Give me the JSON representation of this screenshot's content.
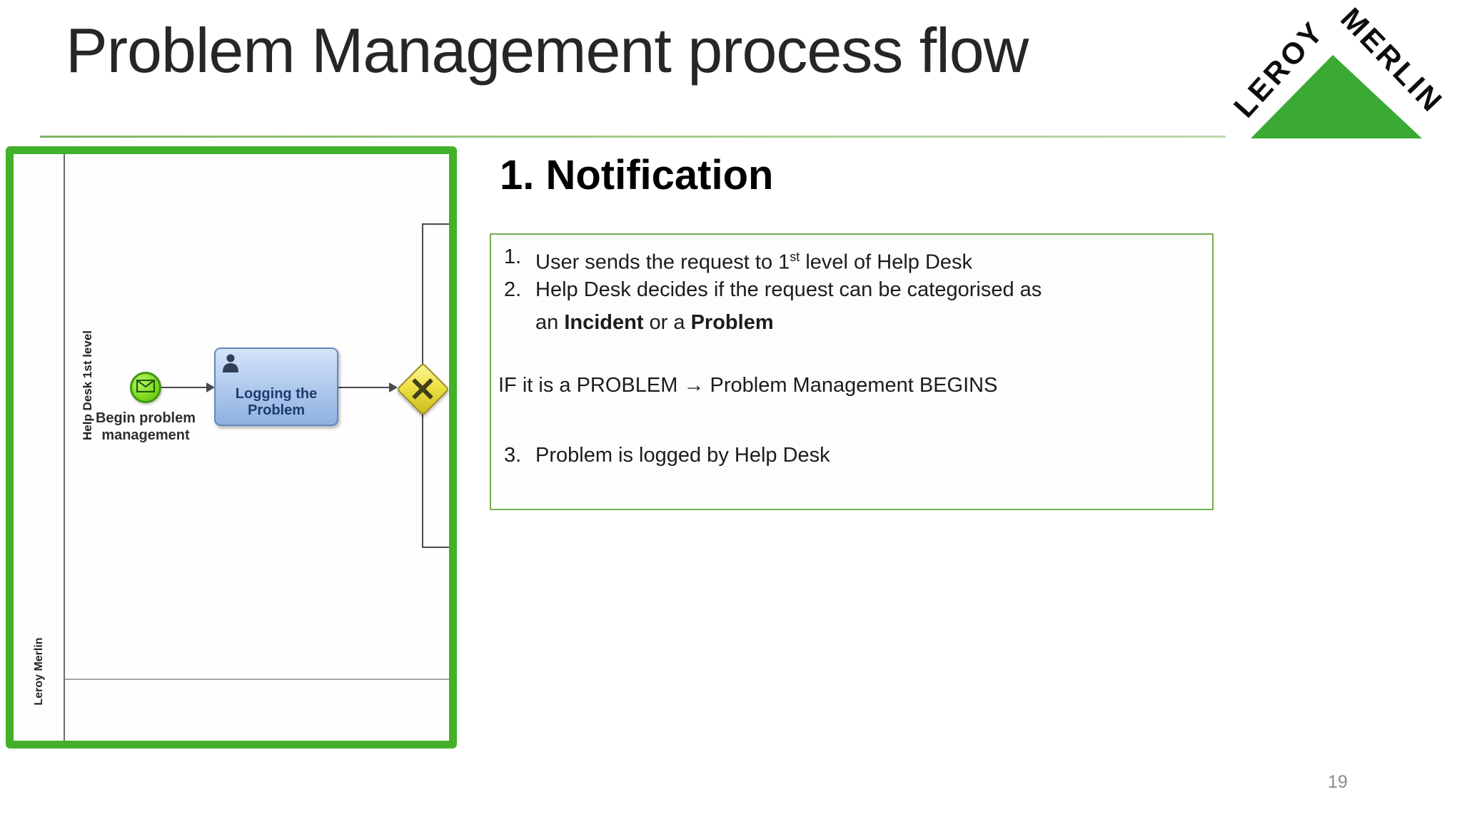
{
  "slide": {
    "title": "Problem Management process flow",
    "page_number": "19"
  },
  "logo": {
    "left_word": "LEROY",
    "right_word": "MERLIN",
    "triangle_color": "#3aaa35"
  },
  "colors": {
    "brand_green": "#43b02a",
    "underline_green": "#a8cf92",
    "note_box_border": "#74ad50",
    "task_fill_top": "#d4e4f8",
    "task_fill_bottom": "#8fb0e0",
    "task_border": "#6288bc",
    "event_fill": "#7cd71f",
    "event_border": "#3f9712",
    "gateway_fill": "#eee045",
    "gateway_border": "#9a8d20"
  },
  "diagram": {
    "pool_label": "Leroy Merlin",
    "lane_label": "Help Desk 1st level",
    "start_event": {
      "label": "Begin problem\nmanagement",
      "icon": "envelope-icon"
    },
    "task": {
      "label": "Logging the Problem",
      "icon": "person-icon"
    },
    "gateway": {
      "icon": "x-mark-icon"
    }
  },
  "notification": {
    "heading": "1. Notification",
    "item1": {
      "num": "1.",
      "pre": "User sends the request to 1",
      "sup": "st",
      "post": " level of Help Desk"
    },
    "item2": {
      "num": "2.",
      "line1": "Help Desk decides if the request can be categorised as",
      "pre2": "an ",
      "bold1": "Incident",
      "mid2": " or a ",
      "bold2": "Problem"
    },
    "if_line": "IF it is a PROBLEM → Problem Management BEGINS",
    "item3": {
      "num": "3.",
      "text": "Problem is logged by Help Desk"
    }
  }
}
